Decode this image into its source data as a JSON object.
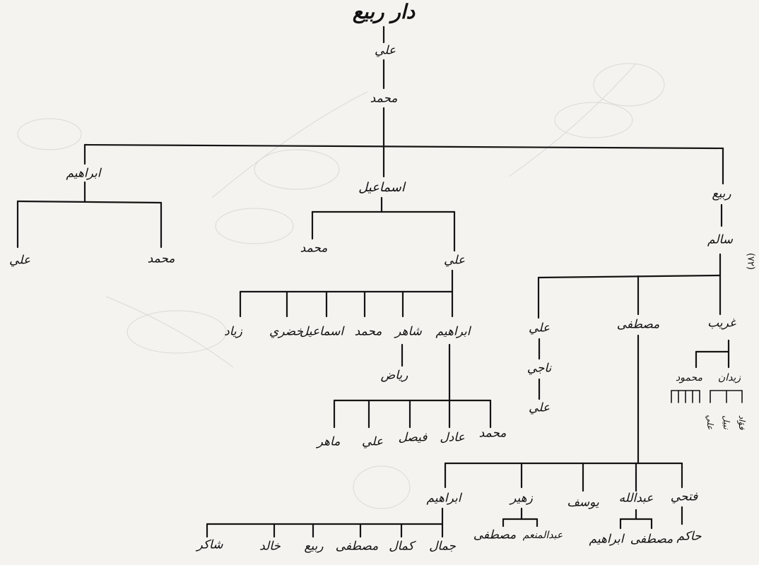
{
  "title": "دار ربيع",
  "page_number": "(٧٢)",
  "people": {
    "ali_top": "علي",
    "mohamed_top": "محمد",
    "ibrahim": "ابراهيم",
    "ismail": "اسماعيل",
    "rabie": "ربيع",
    "ali_ib": "علي",
    "mohamed_ib": "محمد",
    "mohamed_is": "محمد",
    "ali_is": "علي",
    "ziad": "زياد",
    "khidri": "خضري",
    "ismail2": "اسماعيل",
    "mohamed2": "محمد",
    "taher": "شاهر",
    "ibrahim2": "ابراهيم",
    "riad": "رياض",
    "maher": "ماهر",
    "ali3": "علي",
    "faisal": "فيصل",
    "adel": "عادل",
    "mohamed3": "محمد",
    "salem": "سالم",
    "ali_s": "علي",
    "mustafa_s": "مصطفى",
    "gharib": "غريب",
    "naji": "ناجي",
    "ali_n": "علي",
    "mahmoud": "محمود",
    "zidan": "زيدان",
    "gh_sub1": "علي",
    "gh_sub2": "نبيل",
    "gh_sub3": "فؤاد",
    "ibrahim_m": "ابراهيم",
    "zuhair": "زهير",
    "youssef": "يوسف",
    "abdullah": "عبدالله",
    "fathi": "فتحي",
    "shaker": "شاكر",
    "khaled": "خالد",
    "rabie2": "ربيع",
    "mustafa2": "مصطفى",
    "kamal": "كمال",
    "jamal": "جمال",
    "mustafa_z": "مصطفى",
    "abdelmonem": "عبدالمنعم",
    "ibrahim_a": "ابراهيم",
    "mustafa_a": "مصطفى",
    "hakam": "حاكم"
  },
  "colors": {
    "ink": "#111111",
    "paper": "#f4f3f0"
  }
}
